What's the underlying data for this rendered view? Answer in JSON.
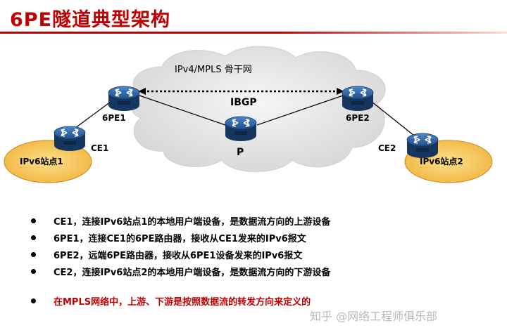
{
  "title": "6PE隧道典型架构",
  "diagram": {
    "backbone_label": "IPv4/MPLS 骨干网",
    "ibgp_label": "IBGP",
    "router_6pe1": "6PE1",
    "router_6pe2": "6PE2",
    "router_p": "P",
    "router_ce1": "CE1",
    "router_ce2": "CE2",
    "site1": "IPv6站点1",
    "site2": "IPv6站点2",
    "router_badge": "ROUTER",
    "colors": {
      "cloud": "#e4e4e4",
      "site": "#f7c65a",
      "router": "#1f4e8c"
    }
  },
  "bullets": [
    "CE1，连接IPv6站点1的本地用户端设备，是数据流方向的上游设备",
    "6PE1，连接CE1的6PE路由器，接收从CE1发来的IPv6报文",
    "6PE2，远端6PE路由器，接收从6PE1设备发来的IPv6报文",
    "CE2，连接IPv6站点2的本地用户端设备，是数据流方向的下游设备"
  ],
  "note": "在MPLS网络中，上游、下游是按照数据流的转发方向来定义的",
  "watermark": "知乎 @网络工程师俱乐部"
}
